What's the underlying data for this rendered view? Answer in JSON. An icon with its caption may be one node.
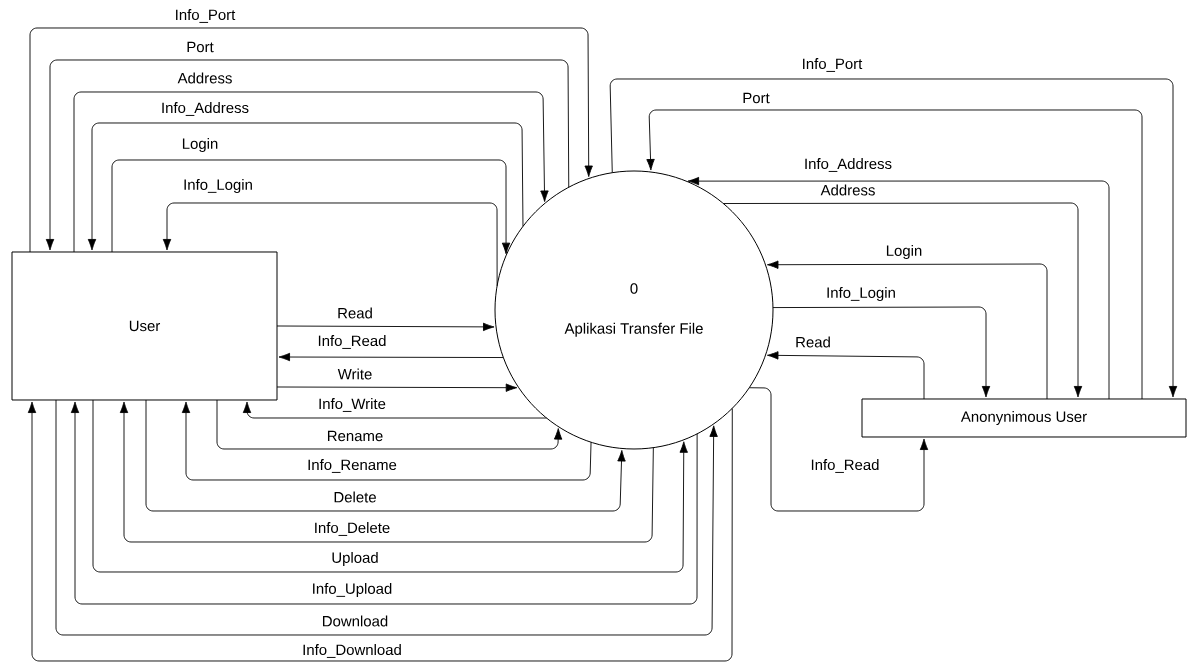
{
  "diagram": {
    "nodes": [
      {
        "text": [
          "User"
        ]
      },
      {
        "text": [
          "0",
          "Aplikasi Transfer File"
        ]
      },
      {
        "text": [
          "Anonynimous User"
        ]
      }
    ],
    "edges": [
      {
        "from": 0,
        "to": 1,
        "arrow": "to",
        "label": "Info_Port"
      },
      {
        "from": 1,
        "to": 0,
        "arrow": "to",
        "label": "Port"
      },
      {
        "from": 0,
        "to": 1,
        "arrow": "to",
        "label": "Address"
      },
      {
        "from": 1,
        "to": 0,
        "arrow": "to",
        "label": "Info_Address"
      },
      {
        "from": 0,
        "to": 1,
        "arrow": "to",
        "label": "Login"
      },
      {
        "from": 1,
        "to": 0,
        "arrow": "to",
        "label": "Info_Login"
      },
      {
        "from": 1,
        "to": 2,
        "arrow": "to",
        "label": "Info_Port"
      },
      {
        "from": 2,
        "to": 1,
        "arrow": "to",
        "label": "Port"
      },
      {
        "from": 2,
        "to": 1,
        "arrow": "to",
        "label": "Info_Address"
      },
      {
        "from": 1,
        "to": 2,
        "arrow": "to",
        "label": "Address"
      },
      {
        "from": 2,
        "to": 1,
        "arrow": "to",
        "label": "Login"
      },
      {
        "from": 1,
        "to": 2,
        "arrow": "to",
        "label": "Info_Login"
      },
      {
        "from": 0,
        "to": 1,
        "arrow": "to",
        "label": "Read"
      },
      {
        "from": 1,
        "to": 0,
        "arrow": "to",
        "label": "Info_Read"
      },
      {
        "from": 2,
        "to": 1,
        "arrow": "to",
        "label": "Read"
      },
      {
        "from": 0,
        "to": 1,
        "arrow": "to",
        "label": "Write"
      },
      {
        "from": 1,
        "to": 0,
        "arrow": "to",
        "label": "Info_Write"
      },
      {
        "from": 0,
        "to": 1,
        "arrow": "to",
        "label": "Rename"
      },
      {
        "from": 1,
        "to": 0,
        "arrow": "to",
        "label": "Info_Rename"
      },
      {
        "from": 1,
        "to": 2,
        "arrow": "to",
        "label": "Info_Read"
      },
      {
        "from": 0,
        "to": 1,
        "arrow": "to",
        "label": "Delete"
      },
      {
        "from": 1,
        "to": 0,
        "arrow": "to",
        "label": "Info_Delete"
      },
      {
        "from": 0,
        "to": 1,
        "arrow": "to",
        "label": "Upload"
      },
      {
        "from": 1,
        "to": 0,
        "arrow": "to",
        "label": "Info_Upload"
      },
      {
        "from": 0,
        "to": 1,
        "arrow": "to",
        "label": "Download"
      },
      {
        "from": 1,
        "to": 0,
        "arrow": "to",
        "label": "Info_Download"
      }
    ]
  }
}
